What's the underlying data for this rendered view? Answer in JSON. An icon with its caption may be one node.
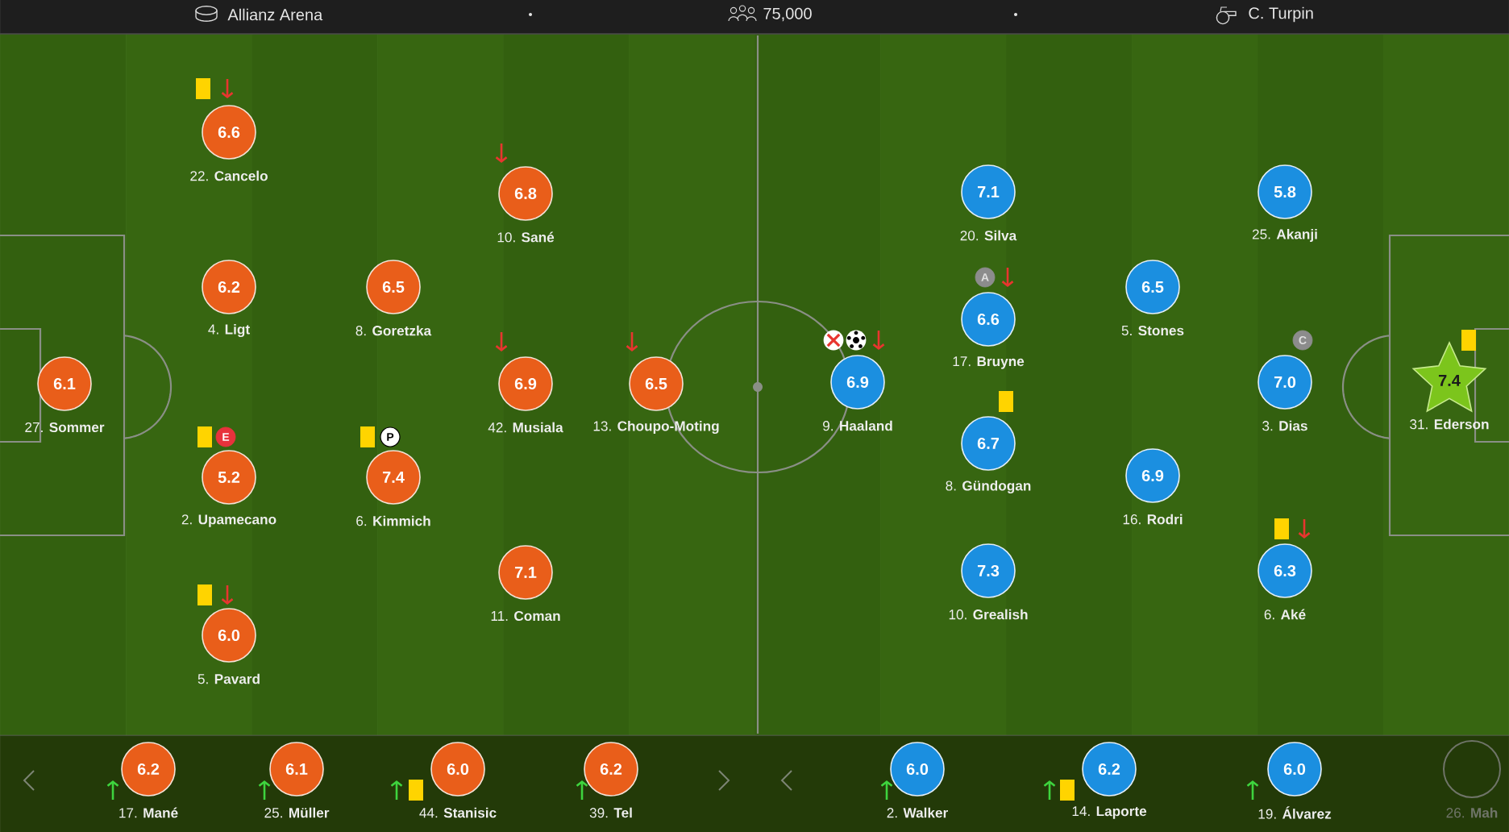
{
  "diagram": {
    "nodes": [
      {
        "text": [
          "6.6"
        ],
        "beside": [
          "22. **Cancelo**"
        ]
      },
      {
        "text": [
          "6.8"
        ],
        "beside": [
          "10. **Sané**"
        ]
      },
      {
        "text": [
          "6.2"
        ],
        "beside": [
          "4. **Ligt**"
        ]
      },
      {
        "text": [
          "6.5"
        ],
        "beside": [
          "8. **Goretzka**"
        ]
      },
      {
        "text": [
          "6.1"
        ],
        "beside": [
          "27. **Sommer**"
        ]
      },
      {
        "text": [
          "6.9"
        ],
        "beside": [
          "42. **Musiala**"
        ]
      },
      {
        "text": [
          "6.5"
        ],
        "beside": [
          "13. **Choupo-Moting**"
        ]
      },
      {
        "text": [
          "5.2"
        ],
        "beside": [
          "E",
          "2. **Upamecano**"
        ]
      },
      {
        "text": [
          "7.4"
        ],
        "beside": [
          "P",
          "6. **Kimmich**"
        ]
      },
      {
        "text": [
          "7.1"
        ],
        "beside": [
          "11. **Coman**"
        ]
      },
      {
        "text": [
          "6.0"
        ],
        "beside": [
          "5. **Pavard**"
        ]
      },
      {
        "text": [
          "7.1"
        ],
        "beside": [
          "20. **Silva**"
        ]
      },
      {
        "text": [
          "5.8"
        ],
        "beside": [
          "25. **Akanji**"
        ]
      },
      {
        "text": [
          "6.5"
        ],
        "beside": [
          "5. **Stones**"
        ]
      },
      {
        "text": [
          "6.6"
        ],
        "beside": [
          "A",
          "17. **Bruyne**"
        ]
      },
      {
        "text": [
          "6.9"
        ],
        "beside": [
          "9. **Haaland**"
        ]
      },
      {
        "text": [
          "7.0"
        ],
        "beside": [
          "C",
          "3. **Dias**"
        ]
      },
      {
        "text": [
          "7.4"
        ],
        "beside": [
          "31. **Ederson**"
        ]
      },
      {
        "text": [
          "6.7"
        ],
        "beside": [
          "8. **Gündogan**"
        ]
      },
      {
        "text": [
          "6.9"
        ],
        "beside": [
          "16. **Rodri**"
        ]
      },
      {
        "text": [
          "7.3"
        ],
        "beside": [
          "10. **Grealish**"
        ]
      },
      {
        "text": [
          "6.3"
        ],
        "beside": [
          "6. **Aké**"
        ]
      },
      {
        "text": [
          "6.2"
        ],
        "beside": [
          "17. **Mané**"
        ]
      },
      {
        "text": [
          "6.1"
        ],
        "beside": [
          "25. **Müller**"
        ]
      },
      {
        "text": [
          "6.0"
        ],
        "beside": [
          "44. **Stanisic**"
        ]
      },
      {
        "text": [
          "6.2"
        ],
        "beside": [
          "39. **Tel**"
        ]
      },
      {
        "text": [
          "6.0"
        ],
        "beside": [
          "2. **Walker**"
        ]
      },
      {
        "text": [
          "6.2"
        ],
        "beside": [
          "14. **Laporte**"
        ]
      },
      {
        "text": [
          "6.0"
        ],
        "beside": [
          "19. **Álvarez**"
        ]
      },
      {
        "text": [],
        "shape": "circle",
        "beside": [
          "26. **Mah**"
        ]
      }
    ],
    "labels": [
      "Allianz Arena",
      "75,000",
      "C. Turpin"
    ]
  }
}
